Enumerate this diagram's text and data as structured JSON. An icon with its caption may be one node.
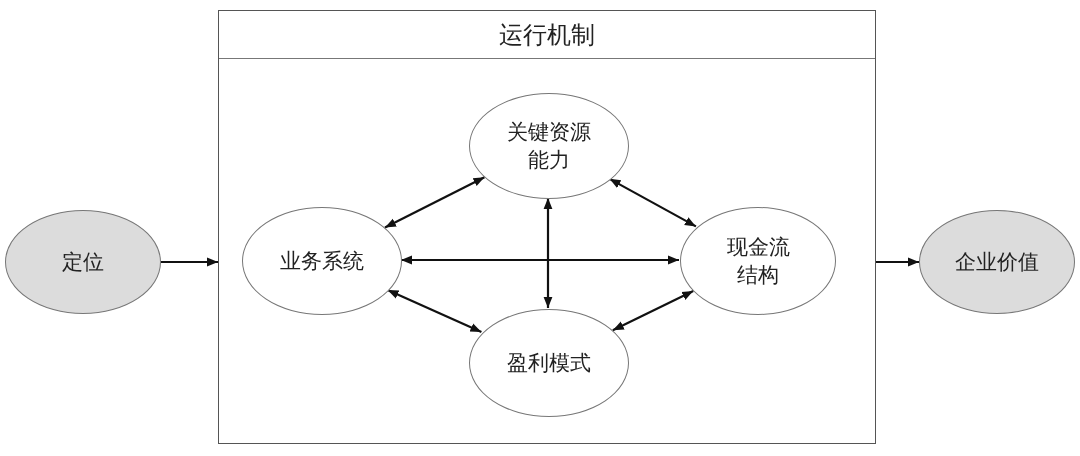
{
  "diagram": {
    "nodes": [
      {
        "text": [
          "定位"
        ]
      },
      {
        "text": [
          "运行机制"
        ]
      },
      {
        "text": [
          "关键资源能力"
        ],
        "in": 1
      },
      {
        "text": [
          "业务系统"
        ],
        "in": 1
      },
      {
        "text": [
          "现金流结构"
        ],
        "in": 1
      },
      {
        "text": [
          "盈利模式"
        ],
        "in": 1
      },
      {
        "text": [
          "企业价值"
        ]
      }
    ],
    "edges": [
      {
        "from": 0,
        "to": 1,
        "arrow": "to"
      },
      {
        "from": 1,
        "to": 6,
        "arrow": "to"
      },
      {
        "from": 3,
        "to": 2,
        "arrow": "both"
      },
      {
        "from": 2,
        "to": 4,
        "arrow": "both"
      },
      {
        "from": 3,
        "to": 4,
        "arrow": "both"
      },
      {
        "from": 2,
        "to": 5,
        "arrow": "both"
      },
      {
        "from": 3,
        "to": 5,
        "arrow": "both"
      },
      {
        "from": 5,
        "to": 4,
        "arrow": "both"
      }
    ]
  }
}
